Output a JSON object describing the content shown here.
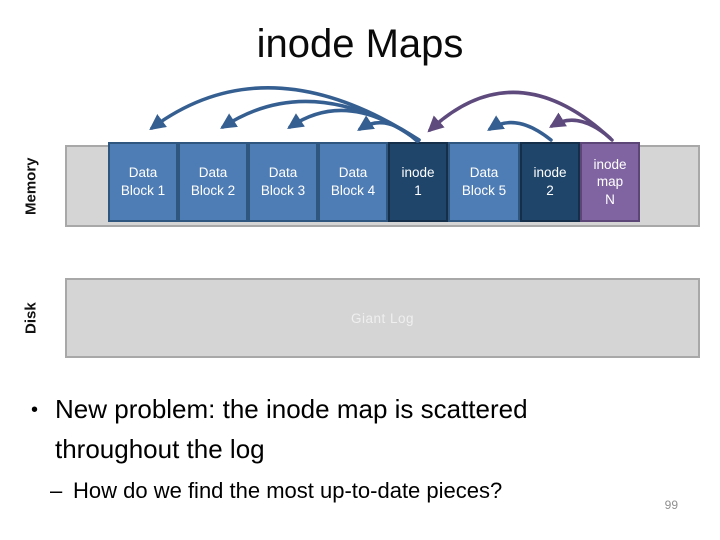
{
  "slide": {
    "title": "inode Maps",
    "page_number": "99"
  },
  "diagram": {
    "memory_label": "Memory",
    "disk_label": "Disk",
    "disk_log_label": "Giant Log",
    "bar_fill": "#D5D5D5",
    "bar_border": "#A8A8A8",
    "blocks": [
      {
        "label": "Data\nBlock 1",
        "type": "data-block",
        "fill": "#4E7CB5",
        "border": "#2E567F"
      },
      {
        "label": "Data\nBlock 2",
        "type": "data-block",
        "fill": "#4E7CB5",
        "border": "#2E567F"
      },
      {
        "label": "Data\nBlock 3",
        "type": "data-block",
        "fill": "#4E7CB5",
        "border": "#2E567F"
      },
      {
        "label": "Data\nBlock 4",
        "type": "data-block",
        "fill": "#4E7CB5",
        "border": "#2E567F"
      },
      {
        "label": "inode\n1",
        "type": "inode",
        "fill": "#1F456B",
        "border": "#152F4A"
      },
      {
        "label": "Data\nBlock 5",
        "type": "data-block",
        "fill": "#4E7CB5",
        "border": "#2E567F"
      },
      {
        "label": "inode\n2",
        "type": "inode",
        "fill": "#1F456B",
        "border": "#152F4A"
      },
      {
        "label": "inode\nmap\nN",
        "type": "inode-map",
        "fill": "#8064A2",
        "border": "#5C4677"
      }
    ],
    "arrows": {
      "blue": "#365F91",
      "purple": "#5F4A7D",
      "links": [
        {
          "from": "inode 1",
          "to": "Data Block 1"
        },
        {
          "from": "inode 1",
          "to": "Data Block 2"
        },
        {
          "from": "inode 1",
          "to": "Data Block 3"
        },
        {
          "from": "inode 1",
          "to": "Data Block 4"
        },
        {
          "from": "inode 2",
          "to": "Data Block 5"
        },
        {
          "from": "inode map N",
          "to": "inode 1"
        },
        {
          "from": "inode map N",
          "to": "inode 2"
        }
      ]
    }
  },
  "bullets": {
    "main_marker": "•",
    "main_line1": "New problem: the inode map is scattered",
    "main_line2": "throughout the log",
    "sub_marker": "–",
    "sub_text": "How do we find the most up-to-date pieces?"
  }
}
